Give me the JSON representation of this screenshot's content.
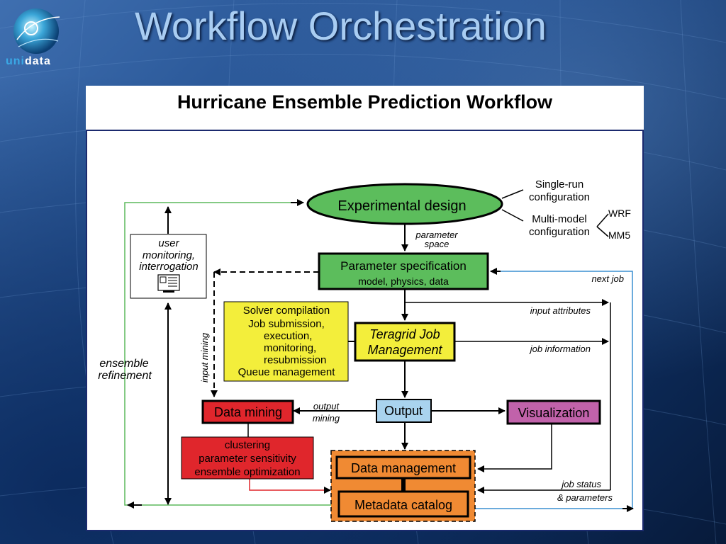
{
  "slide": {
    "title": "Workflow Orchestration",
    "logo": {
      "part1": "uni",
      "part2": "data"
    }
  },
  "panel": {
    "title": "Hurricane Ensemble Prediction Workflow"
  },
  "nodes": {
    "experimental_design": "Experimental design",
    "param_spec_line1": "Parameter specification",
    "param_spec_line2": "model, physics, data",
    "teragrid_line1": "Teragrid Job",
    "teragrid_line2": "Management",
    "output": "Output",
    "visualization": "Visualization",
    "data_mining": "Data mining",
    "data_management": "Data management",
    "metadata_catalog": "Metadata catalog"
  },
  "user_box": [
    "user",
    "monitoring,",
    "interrogation"
  ],
  "solver_box": [
    "Solver compilation",
    "Job submission,",
    "execution,",
    "monitoring,",
    "resubmission",
    "Queue management"
  ],
  "clustering_box": [
    "clustering",
    "parameter sensitivity",
    "ensemble optimization"
  ],
  "labels": {
    "single_run": [
      "Single-run",
      "configuration"
    ],
    "multi_model": [
      "Multi-model",
      "configuration"
    ],
    "wrf": "WRF",
    "mm5": "MM5",
    "parameter_space": [
      "parameter",
      "space"
    ],
    "next_job": "next job",
    "input_attributes": "input attributes",
    "job_information": "job information",
    "output_mining": [
      "output",
      "mining"
    ],
    "input_mining": "input mining",
    "ensemble_refinement": [
      "ensemble",
      "refinement"
    ],
    "job_status": [
      "job status",
      "& parameters"
    ]
  },
  "colors": {
    "green": "#5cbd5c",
    "yellow": "#f3ee3b",
    "light_blue": "#a9d3ee",
    "purple": "#c162aa",
    "red": "#e0262c",
    "orange": "#f08a33",
    "line_green": "#5cb85c",
    "line_blue": "#3a8fd0",
    "line_red": "#e0262c"
  }
}
